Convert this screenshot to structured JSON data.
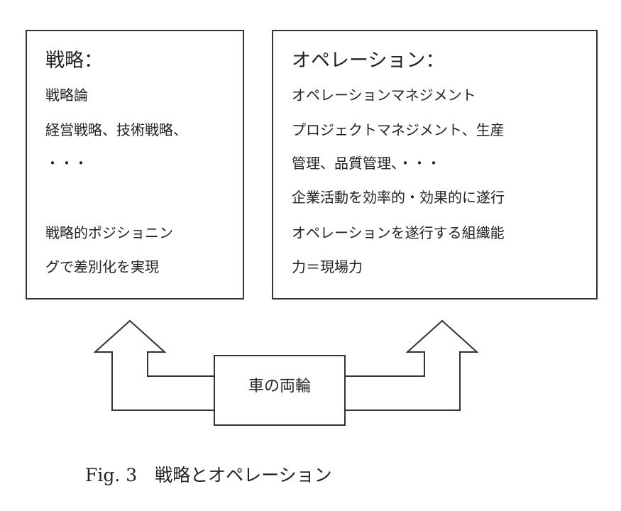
{
  "strategy": {
    "title": "戦略：",
    "lines": [
      "戦略論",
      "経営戦略、技術戦略、",
      "・・・",
      "戦略的ポジショニン",
      "グで差別化を実現"
    ]
  },
  "operation": {
    "title": "オペレーション：",
    "lines": [
      "オペレーションマネジメント",
      "プロジェクトマネジメント、生産",
      "管理、品質管理、・・・",
      "企業活動を効率的・効果的に遂行",
      "オペレーションを遂行する組織能",
      "力＝現場力"
    ]
  },
  "center": {
    "label": "車の両輪"
  },
  "caption": {
    "text": "Fig. 3　戦略とオペレーション"
  }
}
